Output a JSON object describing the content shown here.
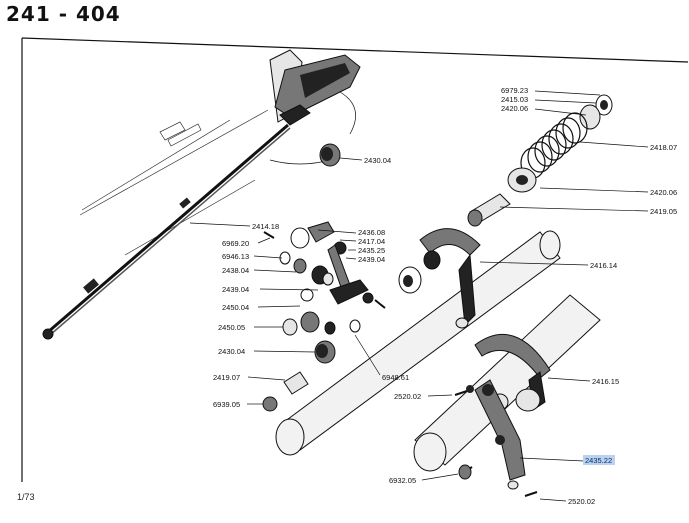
{
  "header": {
    "title": "241 - 404"
  },
  "footer": {
    "page_note": "1/73"
  },
  "diagram": {
    "labels": {
      "p6979_23": "6979.23",
      "p2415_03": "2415.03",
      "p2420_06a": "2420.06",
      "p2430_04a": "2430.04",
      "p2418_07": "2418.07",
      "p2420_06b": "2420.06",
      "p2419_05a": "2419.05",
      "p2414_18": "2414.18",
      "p2436_08": "2436.08",
      "p2417_04": "2417.04",
      "p2435_25": "2435.25",
      "p2439_04a": "2439.04",
      "p6969_20": "6969.20",
      "p6946_13": "6946.13",
      "p2438_04": "2438.04",
      "p2416_14": "2416.14",
      "p2439_04b": "2439.04",
      "p2450_04": "2450.04",
      "p2450_05": "2450.05",
      "p2430_04b": "2430.04",
      "p6948_61": "6948.61",
      "p2419_07": "2419.07",
      "p2416_15": "2416.15",
      "p2520_02a": "2520.02",
      "p6939_05": "6939.05",
      "p2435_22": "2435.22",
      "p6932_05": "6932.05",
      "p2520_02b": "2520.02"
    },
    "highlight_color": "#b9d3ee"
  }
}
